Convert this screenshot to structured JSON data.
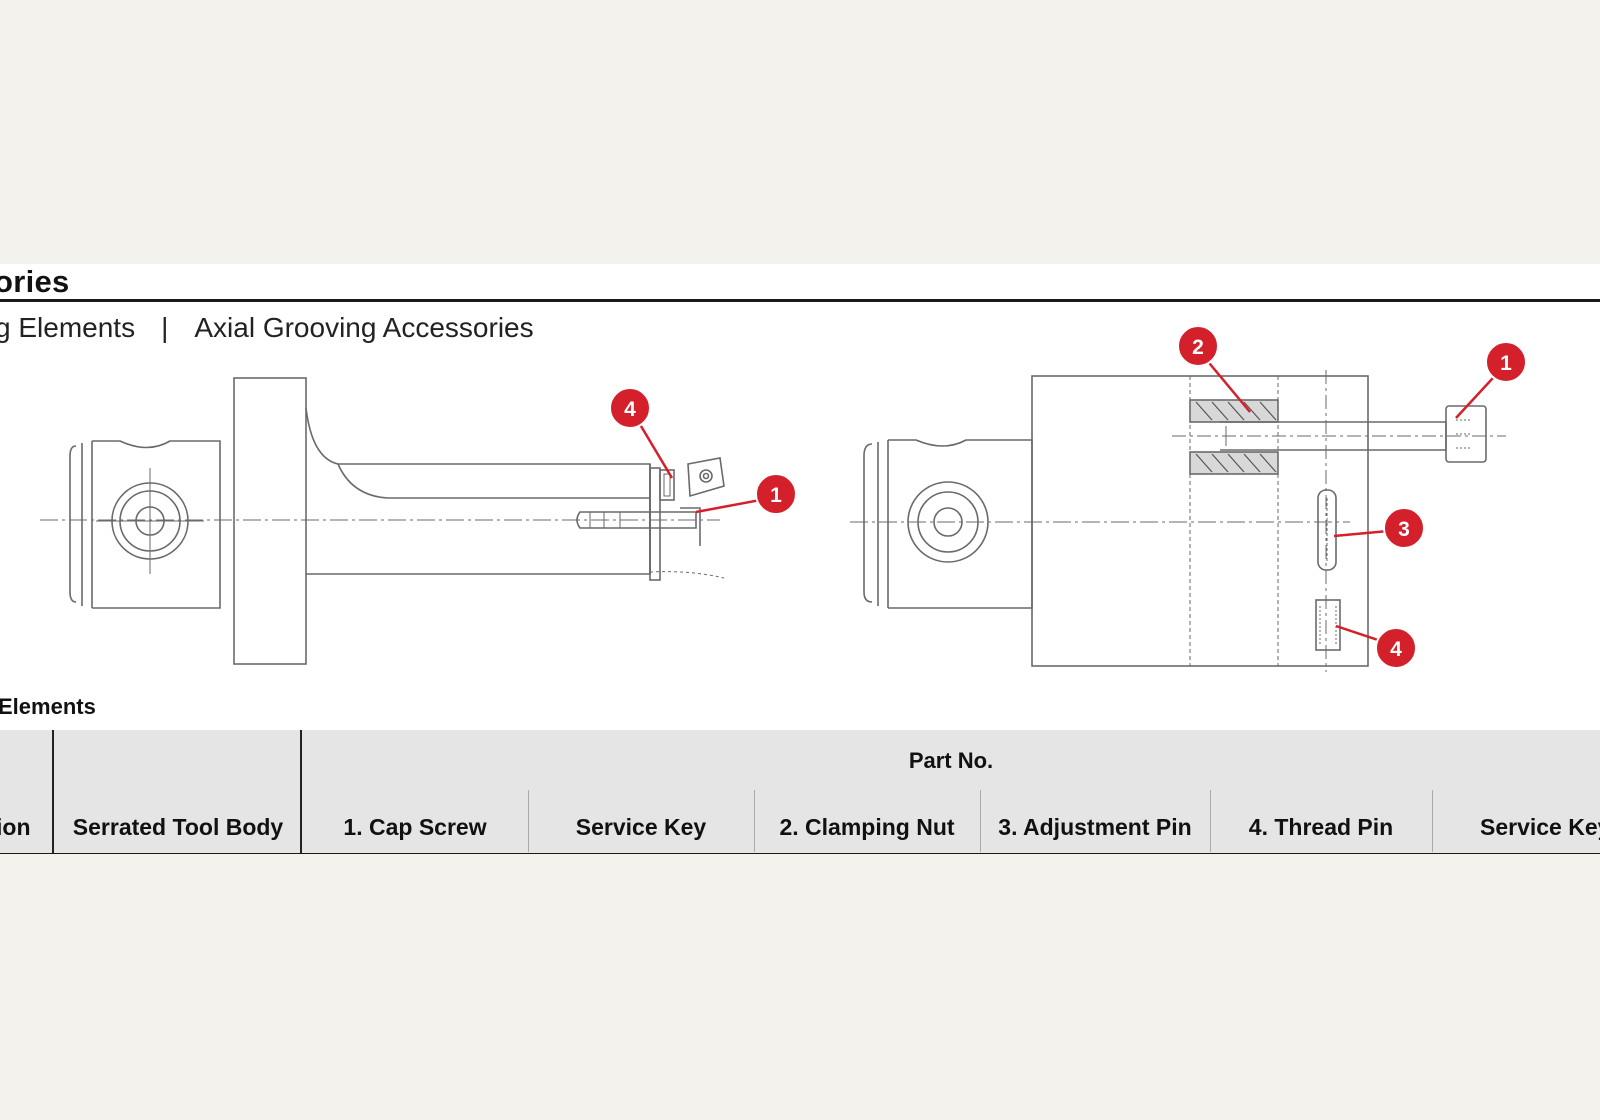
{
  "header": {
    "title": "ories"
  },
  "subnav": {
    "items": [
      {
        "label": "g Elements"
      },
      {
        "label": "Axial Grooving Accessories"
      }
    ],
    "separator": "|"
  },
  "drawing": {
    "left_callouts": [
      "4",
      "1"
    ],
    "right_callouts": [
      "2",
      "1",
      "3",
      "4"
    ],
    "callout_color": "#d4202a"
  },
  "section": {
    "label": "Elements"
  },
  "table": {
    "group_header": "Part No.",
    "columns": [
      {
        "label": "ion"
      },
      {
        "label": "Serrated Tool Body"
      },
      {
        "label": "1. Cap Screw"
      },
      {
        "label": "Service Key"
      },
      {
        "label": "2. Clamping Nut"
      },
      {
        "label": "3. Adjustment Pin"
      },
      {
        "label": "4. Thread Pin"
      },
      {
        "label": "Service Key"
      }
    ]
  }
}
